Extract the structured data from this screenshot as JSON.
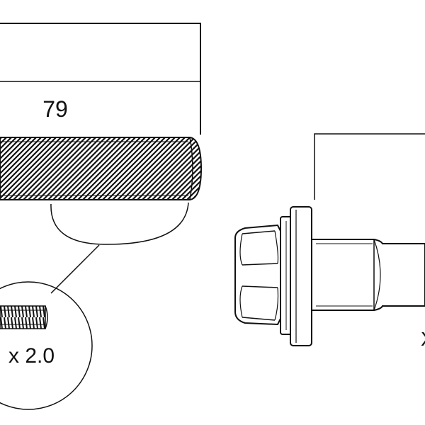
{
  "dimension_label": "79",
  "thread_spec_label": "x 2.0",
  "cut_off_label": "X",
  "colors": {
    "ink": "#111111",
    "background": "#ffffff",
    "thread_fill": "#3a3a3a"
  }
}
